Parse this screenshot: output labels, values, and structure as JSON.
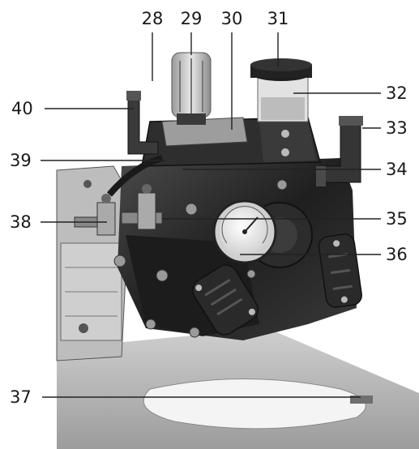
{
  "labels": {
    "l28": "28",
    "l29": "29",
    "l30": "30",
    "l31": "31",
    "l32": "32",
    "l33": "33",
    "l34": "34",
    "l35": "35",
    "l36": "36",
    "l37": "37",
    "l38": "38",
    "l39": "39",
    "l40": "40"
  },
  "colors": {
    "body_dark": "#2b2b2b",
    "metal_light": "#d9d9d9",
    "paper": "#ffffff"
  }
}
